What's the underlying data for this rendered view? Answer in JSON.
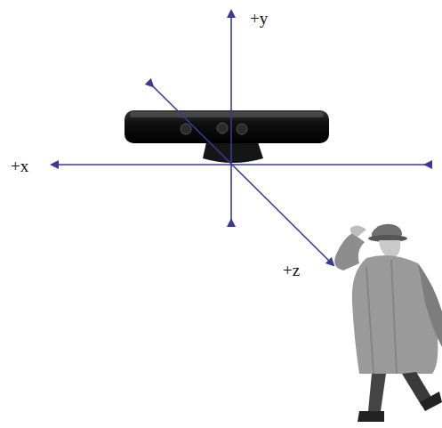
{
  "diagram": {
    "labels": [
      "+y",
      "+x",
      "+z"
    ]
  }
}
